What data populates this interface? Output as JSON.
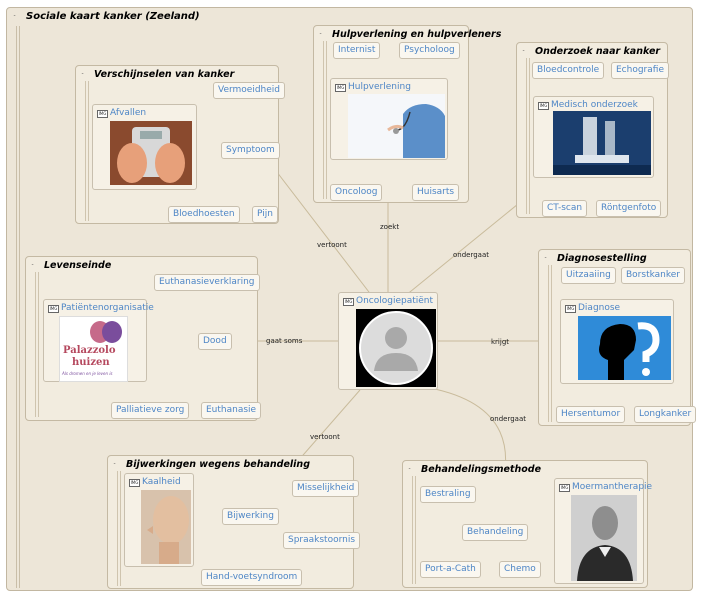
{
  "map_title": "Sociale kaart kanker (Zeeland)",
  "center": {
    "label": "Oncologiepatiënt"
  },
  "groups": {
    "verschijnselen": {
      "title": "Verschijnselen van kanker",
      "image_node": "Afvallen",
      "nodes": {
        "hub": "Symptoom",
        "a": "Vermoeidheid",
        "b": "Bloedhoesten",
        "c": "Pijn"
      }
    },
    "hulpverlening": {
      "title": "Hulpverlening en hulpverleners",
      "image_node": "Hulpverlening",
      "nodes": {
        "a": "Internist",
        "b": "Psycholoog",
        "c": "Oncoloog",
        "d": "Huisarts"
      }
    },
    "onderzoek": {
      "title": "Onderzoek naar kanker",
      "image_node": "Medisch onderzoek",
      "nodes": {
        "a": "Bloedcontrole",
        "b": "Echografie",
        "c": "CT-scan",
        "d": "Röntgenfoto"
      }
    },
    "levenseinde": {
      "title": "Levenseinde",
      "image_node": "Patiëntenorganisatie",
      "image_text": {
        "line1": "Palazzolo",
        "line2": "huizen",
        "line3": "Als dromen en je leven is"
      },
      "nodes": {
        "hub": "Dood",
        "a": "Euthanasieverklaring",
        "b": "Palliatieve zorg",
        "c": "Euthanasie"
      }
    },
    "diagnosestelling": {
      "title": "Diagnosestelling",
      "image_node": "Diagnose",
      "nodes": {
        "a": "Uitzaaiing",
        "b": "Borstkanker",
        "c": "Hersentumor",
        "d": "Longkanker"
      }
    },
    "bijwerkingen": {
      "title": "Bijwerkingen wegens behandeling",
      "image_node": "Kaalheid",
      "nodes": {
        "hub": "Bijwerking",
        "a": "Misselijkheid",
        "b": "Spraakstoornis",
        "c": "Hand-voetsyndroom"
      }
    },
    "behandelingsmethode": {
      "title": "Behandelingsmethode",
      "image_node": "Moermantherapie",
      "nodes": {
        "hub": "Behandeling",
        "a": "Bestraling",
        "b": "Port-a-Cath",
        "c": "Chemo"
      }
    }
  },
  "edge_labels": {
    "vertoont_top": "vertoont",
    "zoekt": "zoekt",
    "ondergaat_top": "ondergaat",
    "gaat_soms": "gaat soms",
    "krijgt": "krijgt",
    "vertoont_bottom": "vertoont",
    "ondergaat_bottom": "ondergaat"
  },
  "colors": {
    "background": "#ede6d8",
    "node_text": "#4e86c6",
    "edge": "#c9bb9b",
    "group_fill": "#f2ecdf"
  }
}
